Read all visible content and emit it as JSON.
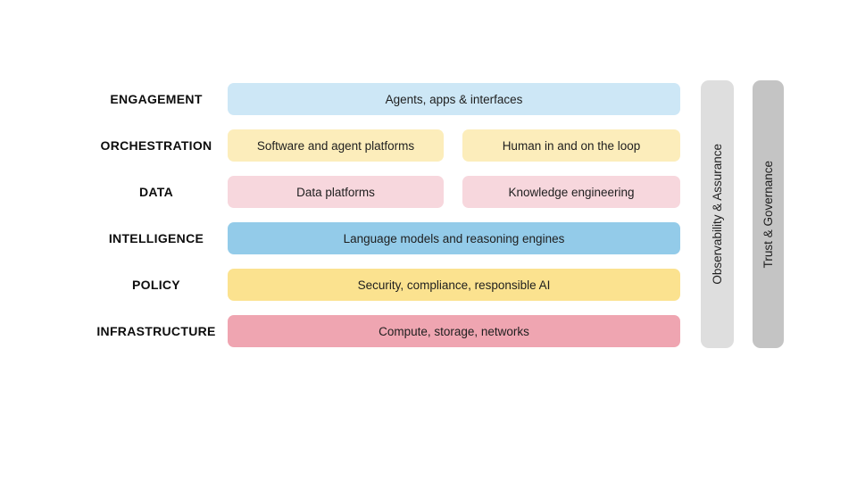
{
  "diagram": {
    "background_color": "#ffffff",
    "rows": [
      {
        "label": "ENGAGEMENT",
        "boxes": [
          {
            "text": "Agents, apps & interfaces",
            "color": "#cde7f6"
          }
        ]
      },
      {
        "label": "ORCHESTRATION",
        "boxes": [
          {
            "text": "Software and agent platforms",
            "color": "#fcedbb"
          },
          {
            "text": "Human in and on the loop",
            "color": "#fcedbb"
          }
        ]
      },
      {
        "label": "DATA",
        "boxes": [
          {
            "text": "Data platforms",
            "color": "#f7d7dd"
          },
          {
            "text": "Knowledge engineering",
            "color": "#f7d7dd"
          }
        ]
      },
      {
        "label": "INTELLIGENCE",
        "boxes": [
          {
            "text": "Language models and reasoning engines",
            "color": "#93cbe9"
          }
        ]
      },
      {
        "label": "POLICY",
        "boxes": [
          {
            "text": "Security, compliance, responsible AI",
            "color": "#fbe28f"
          }
        ]
      },
      {
        "label": "INFRASTRUCTURE",
        "boxes": [
          {
            "text": "Compute, storage, networks",
            "color": "#efa5b1"
          }
        ]
      }
    ],
    "side_bars": [
      {
        "text": "Observability & Assurance",
        "color": "#dedede"
      },
      {
        "text": "Trust & Governance",
        "color": "#c4c4c4"
      }
    ]
  }
}
